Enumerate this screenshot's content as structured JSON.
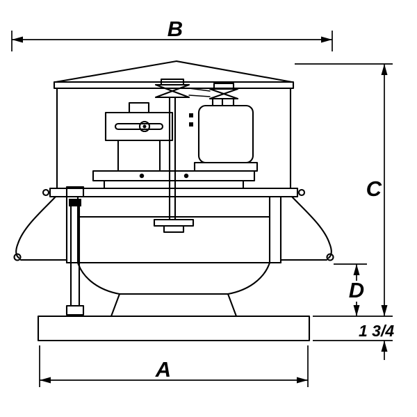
{
  "page": {
    "background_color": "#ffffff",
    "line_color": "#000000"
  },
  "drawing": {
    "kind": "dimensioned engineering line drawing",
    "subject": "belt-drive roof exhaust ventilator, side elevation"
  },
  "dimensions": {
    "top_width_label": "B",
    "bottom_width_label": "A",
    "overall_height_label": "C",
    "lower_section_label": "D",
    "base_height_label": "1 3/4"
  }
}
